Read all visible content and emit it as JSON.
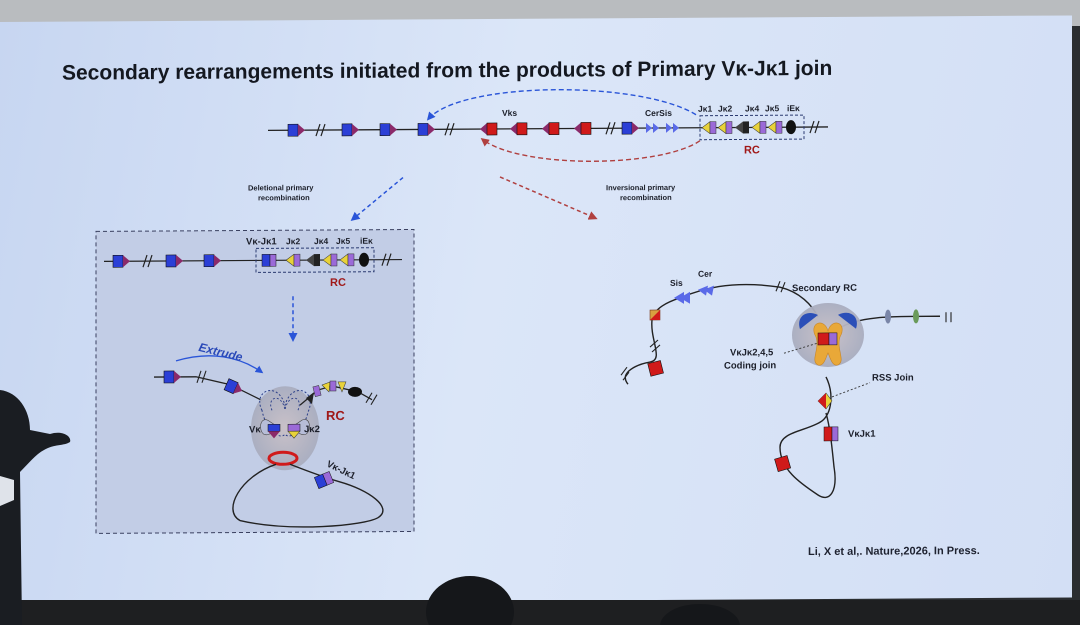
{
  "slide": {
    "title": "Secondary rearrangements initiated from the products of Primary Vκ-Jκ1 join",
    "citation": "Li, X et al,. Nature,2026, In Press."
  },
  "top_locus": {
    "vks_label": "Vks",
    "cer_sis_label": "CerSis",
    "jk_labels": [
      "Jκ1",
      "Jκ2",
      "Jκ4",
      "Jκ5",
      "iEκ"
    ],
    "rc_label": "RC"
  },
  "deletional": {
    "label_line1": "Deletional primary",
    "label_line2": "recombination",
    "vkjk1_label": "Vκ-Jκ1",
    "jk_labels": [
      "Jκ2",
      "Jκ4",
      "Jκ5",
      "iEκ"
    ],
    "rc_label": "RC",
    "extrude_label": "Extrude",
    "loop_rc_label": "RC",
    "vk_label": "Vκ",
    "jk2_label": "Jκ2",
    "loop_vkjk1_label": "Vκ-Jκ1"
  },
  "inversional": {
    "label_line1": "Inversional primary",
    "label_line2": "recombination",
    "sis_label": "Sis",
    "cer_label": "Cer",
    "secondary_rc_label": "Secondary RC",
    "coding_join_line1": "VκJκ2,4,5",
    "coding_join_line2": "Coding join",
    "rss_join_label": "RSS Join",
    "vkjk1_label": "VκJκ1"
  },
  "colors": {
    "v_blue": "#2b3fd6",
    "v_red": "#d01a1a",
    "rss_triangle": "#8b2a6a",
    "jk_purple": "#9b6ad8",
    "jk_yellow": "#e8d23a",
    "ie_black": "#111111",
    "rc_red": "#a01818",
    "arrow_blue": "#2a55d8",
    "arrow_red": "#b04040"
  }
}
